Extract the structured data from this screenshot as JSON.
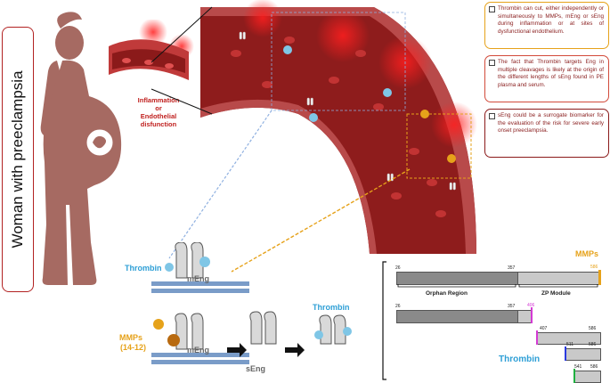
{
  "side_label": "Woman with preeclampsia",
  "vessel_caption": [
    "Inflammation",
    "or",
    "Endothelial",
    "disfunction"
  ],
  "info_boxes": [
    "Thrombin can cut, either independently or simultaneously to MMPs, mEng or sEng during inflammation or at sites of dysfunctional endothelium.",
    "The fact that Thrombin targets Eng in multiple cleavages is likely at the origin of the different lengths of sEng found in PE plasma and serum.",
    "sEng could be a surrogate biomarker for the evaluation of the risk for severe early onset preeclampsia."
  ],
  "membrane_labels": {
    "thrombin_top": "Thrombin",
    "meng_top": "mEng",
    "mmps": "MMPs",
    "mmps_sub": "(14-12)",
    "meng_bottom": "mEng",
    "seng": "sEng",
    "thrombin_right": "Thrombin"
  },
  "domain_map": {
    "mmps_label": "MMPs",
    "thrombin_label": "Thrombin",
    "orphan_label": "Orphan Region",
    "zp_label": "ZP Module",
    "bar1": {
      "start": "26",
      "mid": "357",
      "cut": "586"
    },
    "bar2": {
      "start": "26",
      "mid": "357",
      "cut": "406"
    },
    "bar3": {
      "start": "407",
      "end": "586"
    },
    "bar4": {
      "start": "511",
      "end": "586"
    },
    "bar5": {
      "start": "541",
      "end": "586"
    }
  },
  "colors": {
    "thrombin": "#2e9fd6",
    "mmps": "#e6a21a",
    "vessel": "#8b1a1a",
    "body": "#a66a62",
    "alert": "#c0211f"
  }
}
